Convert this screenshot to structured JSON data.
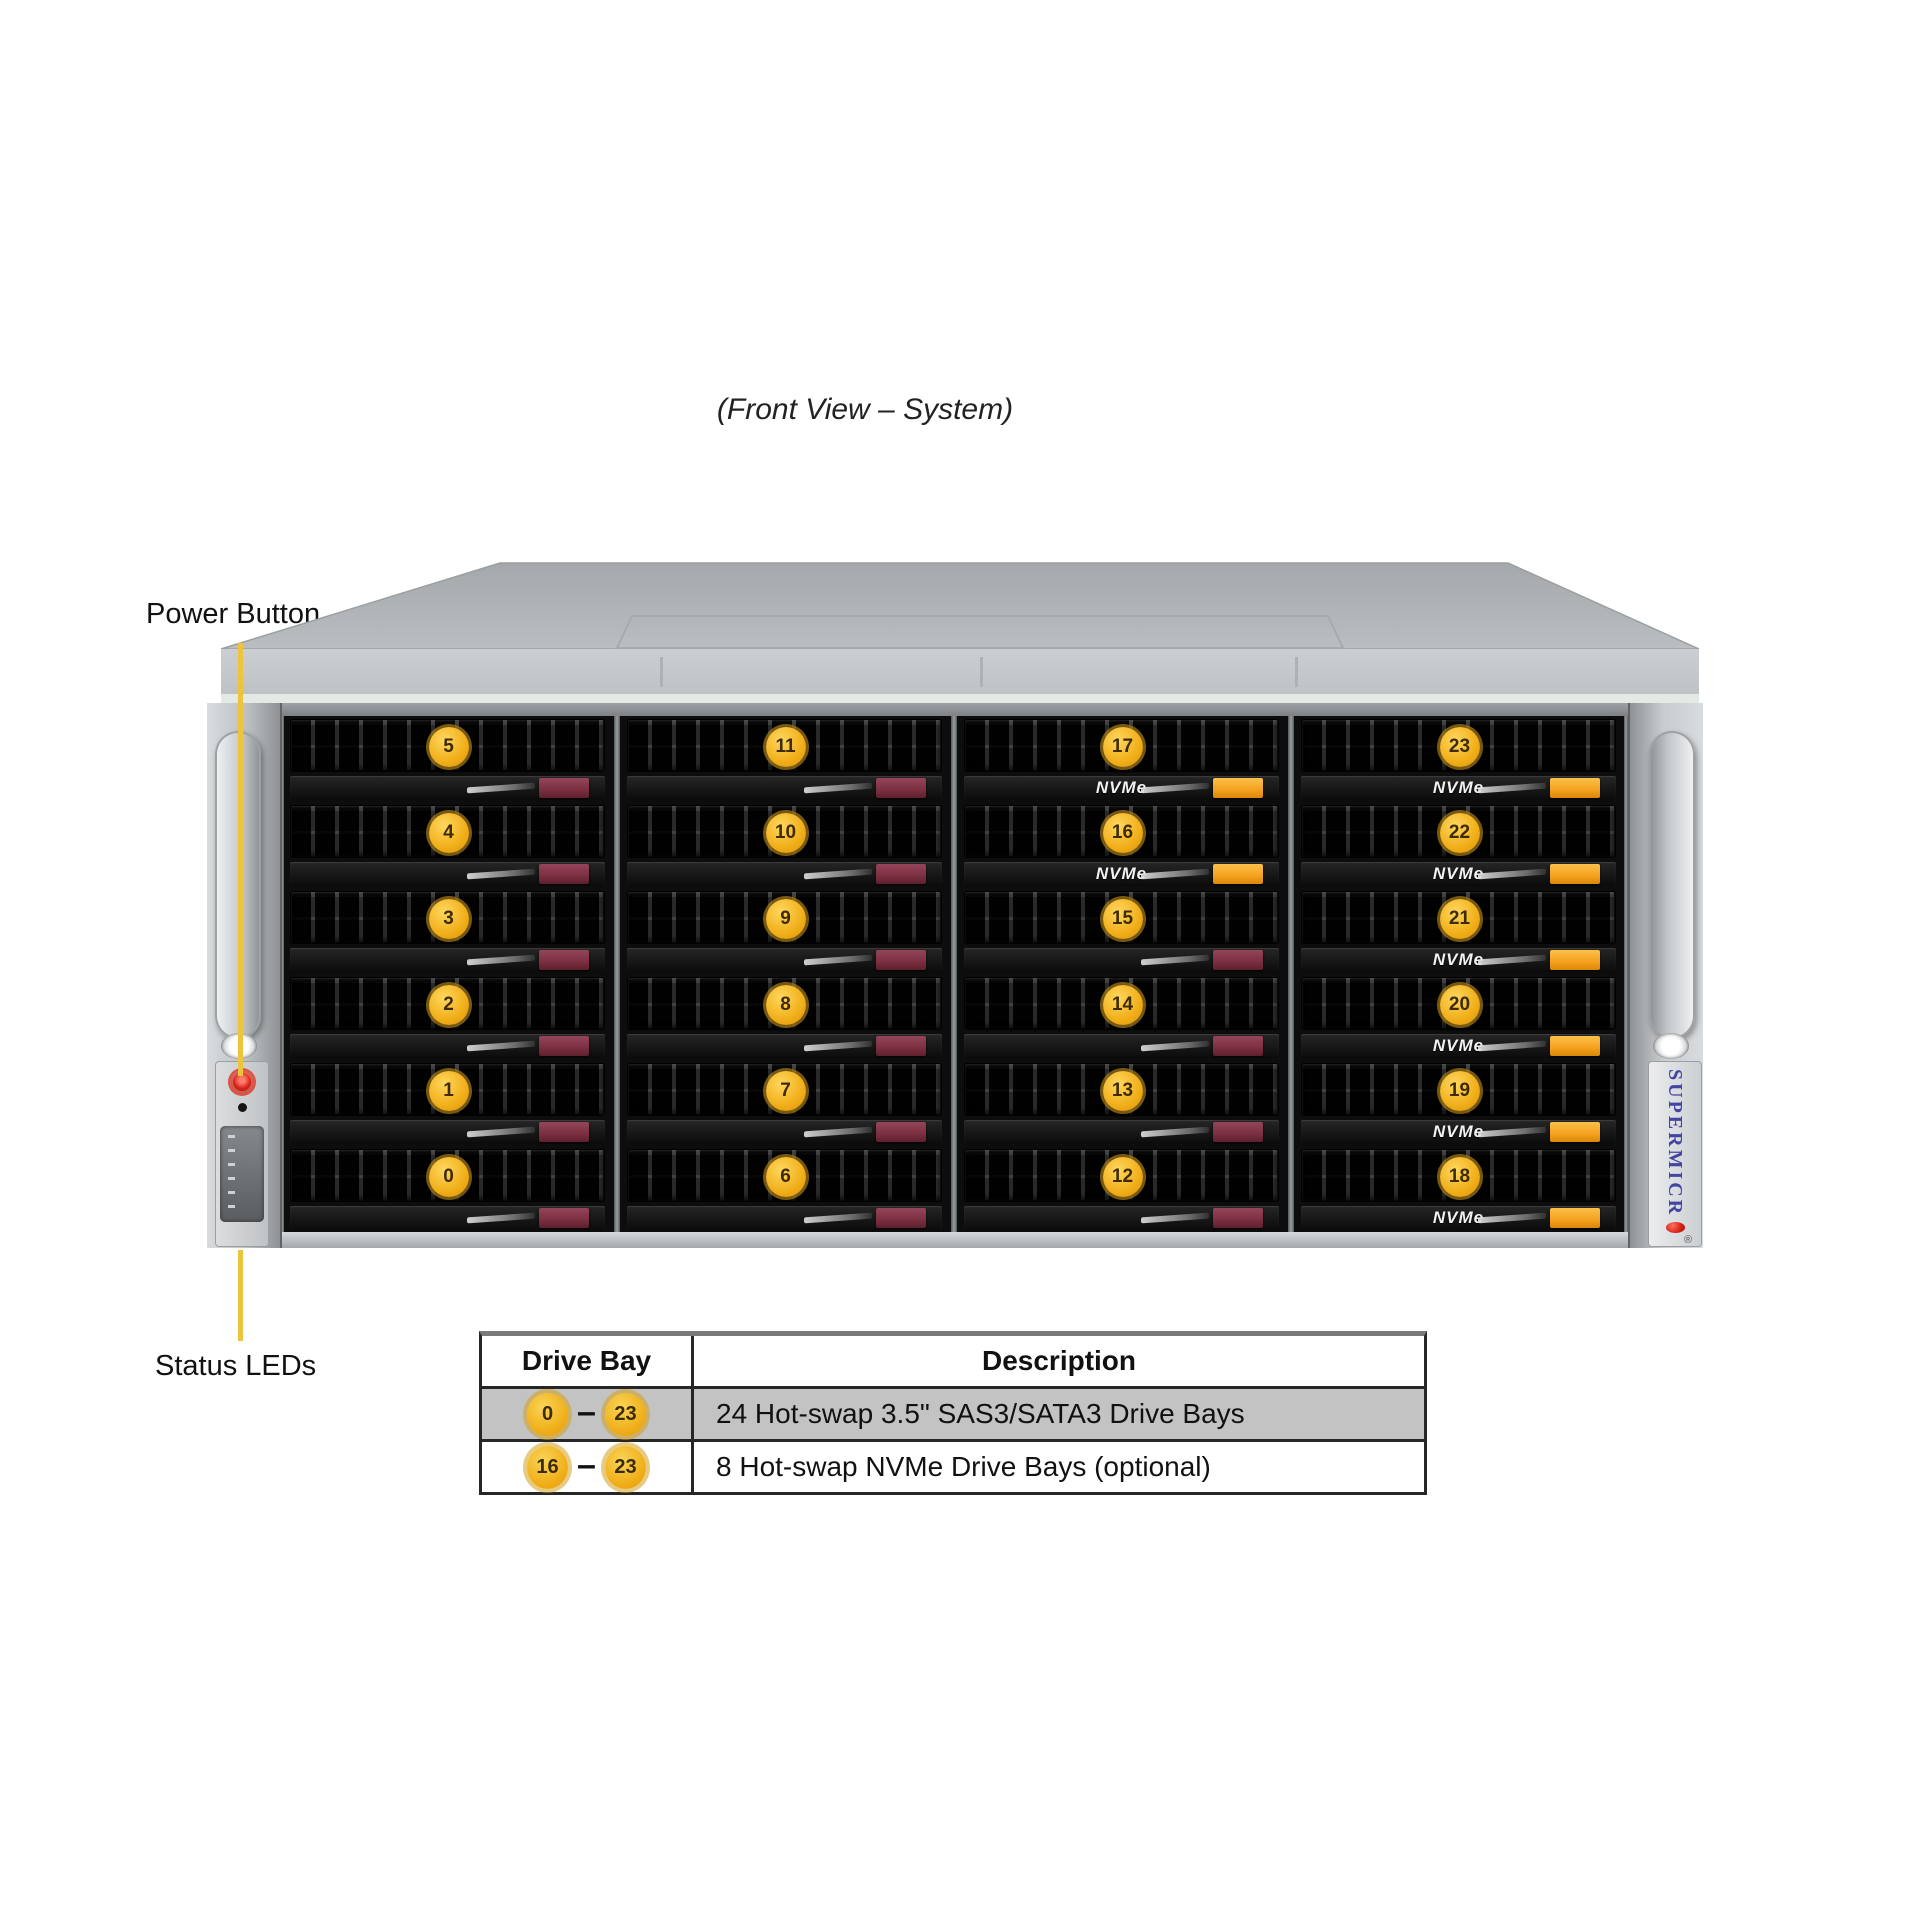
{
  "title": "(Front View – System)",
  "annotations": {
    "power_button": "Power Button",
    "status_leds": "Status LEDs"
  },
  "chassis": {
    "brand": "SUPERMICR",
    "brand_registered": "®",
    "nvme_label": "NVMe",
    "columns": [
      {
        "bays": [
          {
            "num": "5",
            "nvme": false
          },
          {
            "num": "4",
            "nvme": false
          },
          {
            "num": "3",
            "nvme": false
          },
          {
            "num": "2",
            "nvme": false
          },
          {
            "num": "1",
            "nvme": false
          },
          {
            "num": "0",
            "nvme": false
          }
        ]
      },
      {
        "bays": [
          {
            "num": "11",
            "nvme": false
          },
          {
            "num": "10",
            "nvme": false
          },
          {
            "num": "9",
            "nvme": false
          },
          {
            "num": "8",
            "nvme": false
          },
          {
            "num": "7",
            "nvme": false
          },
          {
            "num": "6",
            "nvme": false
          }
        ]
      },
      {
        "bays": [
          {
            "num": "17",
            "nvme": true
          },
          {
            "num": "16",
            "nvme": true
          },
          {
            "num": "15",
            "nvme": false
          },
          {
            "num": "14",
            "nvme": false
          },
          {
            "num": "13",
            "nvme": false
          },
          {
            "num": "12",
            "nvme": false
          }
        ]
      },
      {
        "bays": [
          {
            "num": "23",
            "nvme": true
          },
          {
            "num": "22",
            "nvme": true
          },
          {
            "num": "21",
            "nvme": true
          },
          {
            "num": "20",
            "nvme": true
          },
          {
            "num": "19",
            "nvme": true
          },
          {
            "num": "18",
            "nvme": true
          }
        ]
      }
    ]
  },
  "table": {
    "headers": [
      "Drive Bay",
      "Description"
    ],
    "rows": [
      {
        "from": "0",
        "dash": "–",
        "to": "23",
        "description": "24 Hot-swap 3.5\" SAS3/SATA3 Drive Bays",
        "shaded": true
      },
      {
        "from": "16",
        "dash": "–",
        "to": "23",
        "description": "8 Hot-swap NVMe Drive Bays (optional)",
        "shaded": false
      }
    ]
  },
  "colors": {
    "badge_yellow": "#f0ad17",
    "latch_sas": "#7b2f40",
    "latch_nvme": "#f5a01e",
    "annotation_line": "#eec43c",
    "table_row_shaded": "#c3c3c3",
    "brand_text": "#4444a2",
    "power_button_red": "#d42418",
    "logo_dot_red": "#d42015"
  }
}
